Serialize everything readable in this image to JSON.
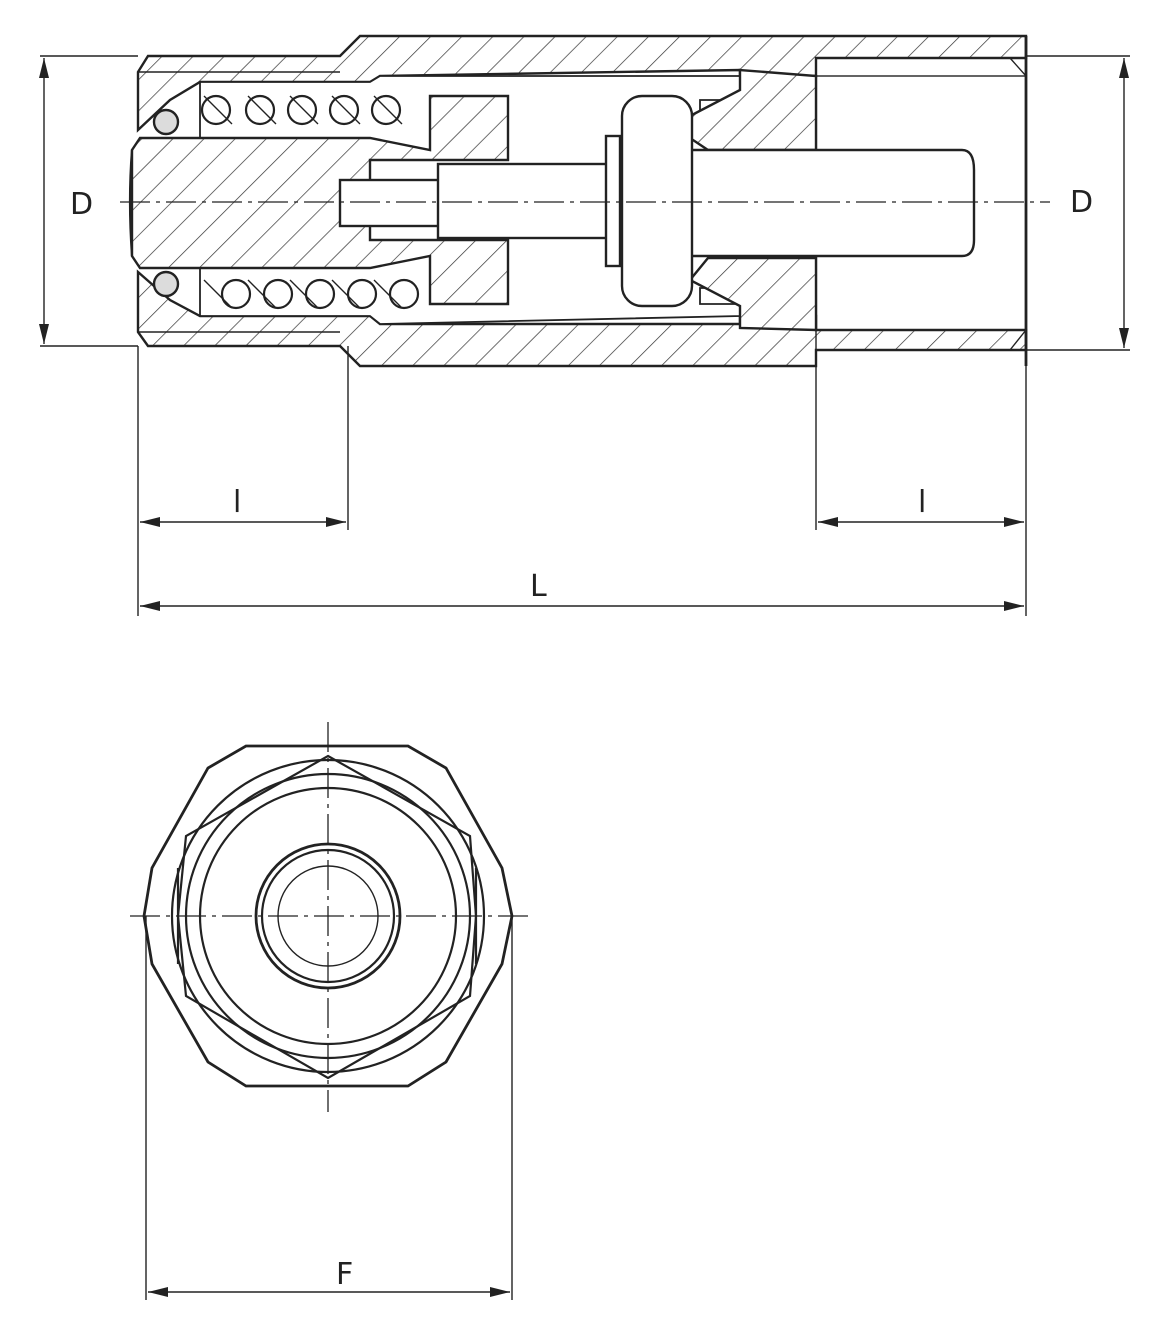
{
  "labels": {
    "diameter_left": "D",
    "diameter_right": "D",
    "thread_length_left": "l",
    "thread_length_right": "l",
    "overall_length": "L",
    "across_flats": "F"
  }
}
